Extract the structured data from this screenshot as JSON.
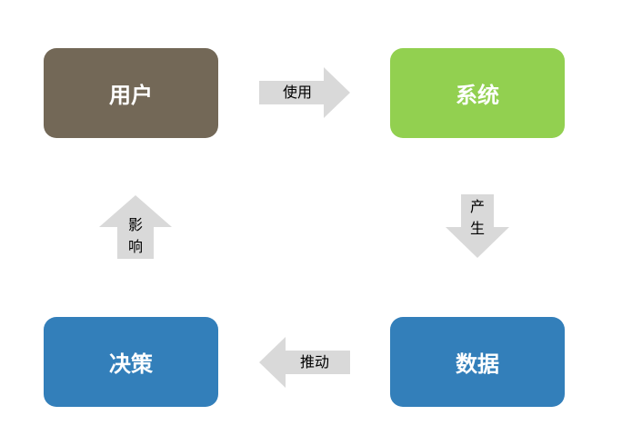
{
  "colors": {
    "user": "#736857",
    "system": "#92d050",
    "decision": "#337fba",
    "data": "#337fba",
    "arrow": "#d9d9d9"
  },
  "nodes": {
    "user": "用户",
    "system": "系统",
    "data": "数据",
    "decision": "决策"
  },
  "arrows": {
    "use": "使用",
    "produce": "产生",
    "drive": "推动",
    "influence": "影响"
  }
}
